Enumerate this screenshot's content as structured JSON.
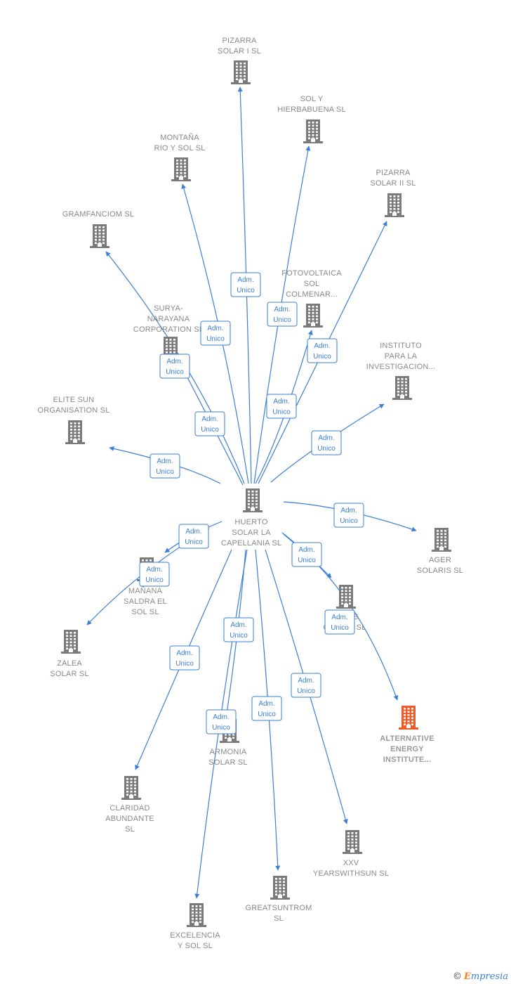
{
  "center": {
    "id": "huerto",
    "label": [
      "HUERTO",
      "SOLAR LA",
      "CAPELLANIA SL"
    ]
  },
  "edge_label": [
    "Adm.",
    "Unico"
  ],
  "nodes": [
    {
      "id": "pizarra1",
      "label": [
        "PIZARRA",
        "SOLAR I  SL"
      ]
    },
    {
      "id": "solyhierba",
      "label": [
        "SOL Y",
        "HIERBABUENA SL"
      ]
    },
    {
      "id": "montana",
      "label": [
        "MONTAÑA",
        "RIO Y SOL  SL"
      ]
    },
    {
      "id": "pizarra2",
      "label": [
        "PIZARRA",
        "SOLAR II SL"
      ]
    },
    {
      "id": "gramfanciom",
      "label": [
        "GRAMFANCIOM SL"
      ]
    },
    {
      "id": "fotovoltaica",
      "label": [
        "FOTOVOLTAICA",
        "SOL",
        "COLMENAR..."
      ]
    },
    {
      "id": "surya",
      "label": [
        "SURYA-",
        "NARAYANA",
        "CORPORATION SL"
      ]
    },
    {
      "id": "instituto",
      "label": [
        "INSTITUTO",
        "PARA LA",
        "INVESTIGACION..."
      ]
    },
    {
      "id": "elitesun",
      "label": [
        "ELITE SUN",
        "ORGANISATION SL"
      ]
    },
    {
      "id": "ager",
      "label": [
        "AGER",
        "SOLARIS  SL"
      ]
    },
    {
      "id": "manana",
      "label": [
        "MAÑANA",
        "SALDRA EL",
        "SOL  SL"
      ]
    },
    {
      "id": "lomas",
      "label": [
        "LOMAS",
        "COSTAL SL"
      ]
    },
    {
      "id": "zalea",
      "label": [
        "ZALEA",
        "SOLAR  SL"
      ]
    },
    {
      "id": "alternative",
      "label": [
        "ALTERNATIVE",
        "ENERGY",
        "INSTITUTE..."
      ],
      "highlight": true
    },
    {
      "id": "armonia",
      "label": [
        "ARMONIA",
        "SOLAR SL"
      ]
    },
    {
      "id": "claridad",
      "label": [
        "CLARIDAD",
        "ABUNDANTE",
        "SL"
      ]
    },
    {
      "id": "xxv",
      "label": [
        "XXV",
        "YEARSWITHSUN SL"
      ]
    },
    {
      "id": "greatsuntrom",
      "label": [
        "GREATSUNTROM",
        "SL"
      ]
    },
    {
      "id": "excelencia",
      "label": [
        "EXCELENCIA",
        "Y SOL  SL"
      ]
    }
  ],
  "edges": [
    {
      "from": "huerto",
      "to": "pizarra1"
    },
    {
      "from": "huerto",
      "to": "solyhierba"
    },
    {
      "from": "huerto",
      "to": "montana"
    },
    {
      "from": "huerto",
      "to": "pizarra2"
    },
    {
      "from": "huerto",
      "to": "gramfanciom"
    },
    {
      "from": "huerto",
      "to": "fotovoltaica"
    },
    {
      "from": "huerto",
      "to": "surya"
    },
    {
      "from": "huerto",
      "to": "instituto"
    },
    {
      "from": "huerto",
      "to": "elitesun"
    },
    {
      "from": "huerto",
      "to": "ager"
    },
    {
      "from": "huerto",
      "to": "manana"
    },
    {
      "from": "huerto",
      "to": "lomas"
    },
    {
      "from": "huerto",
      "to": "zalea"
    },
    {
      "from": "huerto",
      "to": "alternative"
    },
    {
      "from": "huerto",
      "to": "armonia"
    },
    {
      "from": "huerto",
      "to": "claridad"
    },
    {
      "from": "huerto",
      "to": "xxv"
    },
    {
      "from": "huerto",
      "to": "greatsuntrom"
    },
    {
      "from": "huerto",
      "to": "excelencia"
    }
  ],
  "colors": {
    "node": "#7a7a7a",
    "highlight": "#f05a28",
    "edge": "#3a7fd5",
    "label": "#888888"
  },
  "footer": {
    "copyright": "©",
    "brand_first": "E",
    "brand_rest": "mpresia"
  }
}
